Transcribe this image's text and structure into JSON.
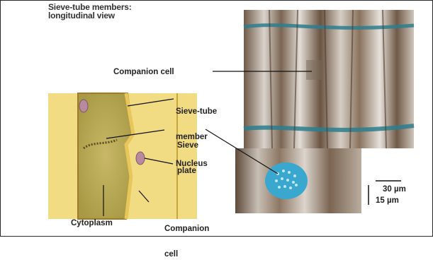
{
  "title": {
    "line1": "Sieve-tube members:",
    "line2": "longitudinal view"
  },
  "labels": {
    "companion_cell_top": "Companion cell",
    "sieve_tube_member_1": "Sieve-tube",
    "sieve_tube_member_2": "member",
    "sieve_plate_1": "Sieve",
    "sieve_plate_2": "plate",
    "nucleus": "Nucleus",
    "cytoplasm": "Cytoplasm",
    "companion_cell_bottom_1": "Companion",
    "companion_cell_bottom_2": "cell"
  },
  "scale_bars": {
    "top": "30 µm",
    "bottom": "15 µm"
  }
}
